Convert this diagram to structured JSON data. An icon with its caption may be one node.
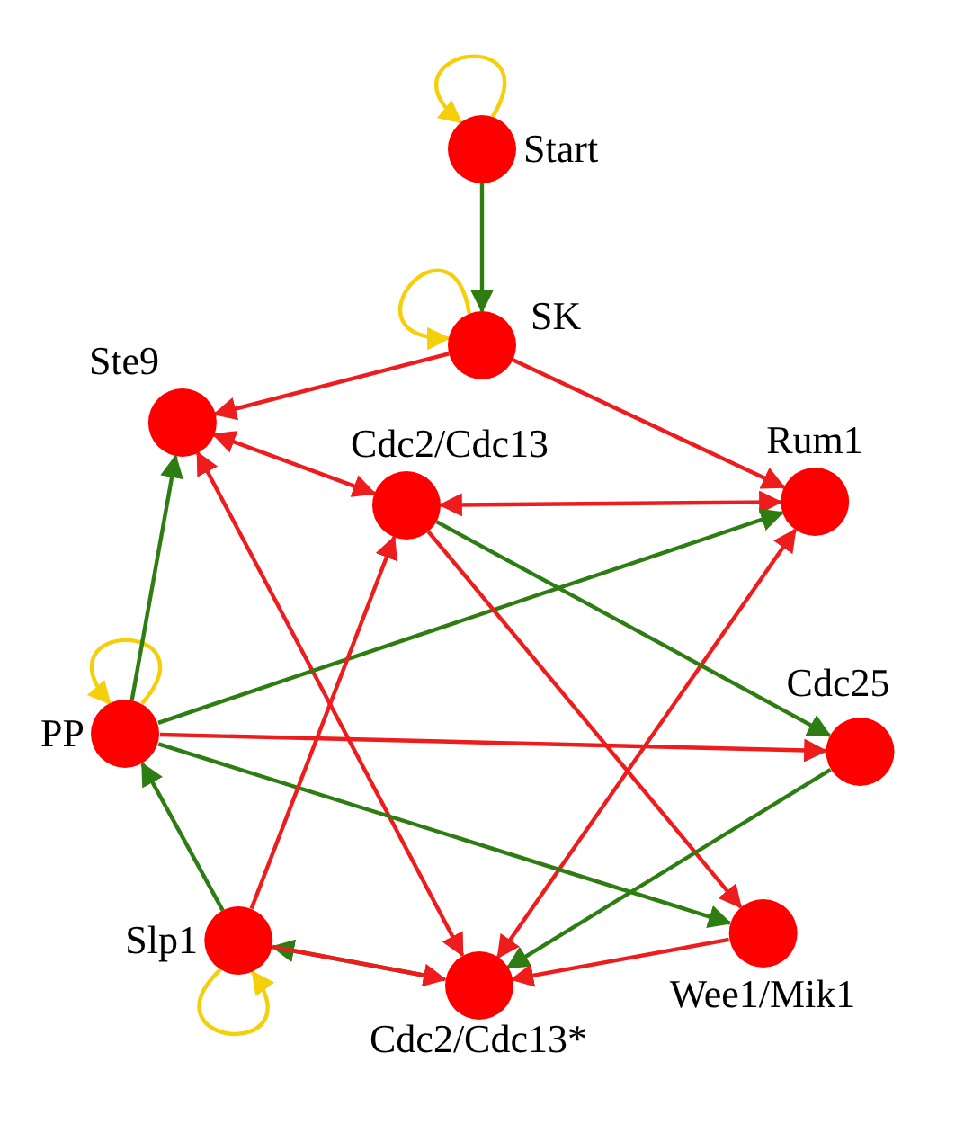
{
  "diagram": {
    "nodes": [
      {
        "text": [
          "Start"
        ]
      },
      {
        "text": [
          "SK"
        ]
      },
      {
        "text": [
          "Ste9"
        ]
      },
      {
        "text": [
          "Cdc2/Cdc13"
        ]
      },
      {
        "text": [
          "Rum1"
        ]
      },
      {
        "text": [
          "PP"
        ]
      },
      {
        "text": [
          "Cdc25"
        ]
      },
      {
        "text": [
          "Slp1"
        ]
      },
      {
        "text": [
          "Wee1/Mik1"
        ]
      },
      {
        "text": [
          "Cdc2/Cdc13*"
        ]
      }
    ],
    "edges": [
      {
        "from": 0,
        "to": 0,
        "arrow": "to",
        "color": "#f5cf0a"
      },
      {
        "from": 0,
        "to": 1,
        "arrow": "to",
        "color": "#2e7d12"
      },
      {
        "from": 1,
        "to": 1,
        "arrow": "to",
        "color": "#f5cf0a"
      },
      {
        "from": 1,
        "to": 2,
        "arrow": "to"
      },
      {
        "from": 1,
        "to": 4,
        "arrow": "to"
      },
      {
        "from": 2,
        "to": 3,
        "arrow": "both"
      },
      {
        "from": 3,
        "to": 4,
        "arrow": "both"
      },
      {
        "from": 2,
        "to": 9,
        "arrow": "both"
      },
      {
        "from": 9,
        "to": 4,
        "arrow": "both"
      },
      {
        "from": 5,
        "to": 5,
        "arrow": "to",
        "color": "#f5cf0a"
      },
      {
        "from": 5,
        "to": 2,
        "arrow": "to",
        "color": "#2e7d12"
      },
      {
        "from": 5,
        "to": 4,
        "arrow": "to",
        "color": "#2e7d12"
      },
      {
        "from": 5,
        "to": 6,
        "arrow": "to"
      },
      {
        "from": 5,
        "to": 8,
        "arrow": "to",
        "color": "#2e7d12"
      },
      {
        "from": 3,
        "to": 6,
        "arrow": "to",
        "color": "#2e7d12"
      },
      {
        "from": 3,
        "to": 8,
        "arrow": "to"
      },
      {
        "from": 7,
        "to": 5,
        "arrow": "to",
        "color": "#2e7d12"
      },
      {
        "from": 7,
        "to": 3,
        "arrow": "to"
      },
      {
        "from": 7,
        "to": 7,
        "arrow": "to",
        "color": "#f5cf0a"
      },
      {
        "from": 9,
        "to": 7,
        "arrow": "to",
        "color": "#2e7d12"
      },
      {
        "from": 7,
        "to": 9,
        "arrow": "to"
      },
      {
        "from": 6,
        "to": 9,
        "arrow": "to",
        "color": "#2e7d12"
      },
      {
        "from": 8,
        "to": 9,
        "arrow": "to"
      }
    ]
  }
}
